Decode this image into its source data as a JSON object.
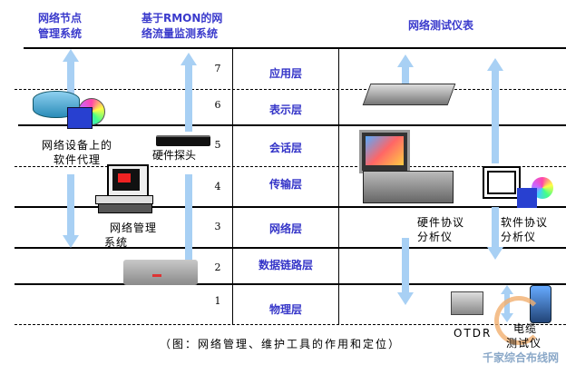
{
  "headers": {
    "node_mgmt": [
      "网络节点",
      "管理系统"
    ],
    "rmon": [
      "基于RMON的网",
      "络流量监测系统"
    ],
    "testers": "网络测试仪表"
  },
  "layers": [
    {
      "num": "7",
      "name": "应用层"
    },
    {
      "num": "6",
      "name": "表示层"
    },
    {
      "num": "5",
      "name": "会话层"
    },
    {
      "num": "4",
      "name": "传输层"
    },
    {
      "num": "3",
      "name": "网络层"
    },
    {
      "num": "2",
      "name": "数据链路层"
    },
    {
      "num": "1",
      "name": "物理层"
    }
  ],
  "labels": {
    "agent": [
      "网络设备上的",
      "软件代理"
    ],
    "probe": "硬件探头",
    "nms": [
      "网络管理",
      "系统"
    ],
    "hw_analyzer": [
      "硬件协议",
      "分析仪"
    ],
    "sw_analyzer": [
      "软件协议",
      "分析仪"
    ],
    "otdr": "OTDR",
    "cable_tester": [
      "电缆",
      "测试仪"
    ]
  },
  "caption": "（图：网络管理、维护工具的作用和定位）",
  "watermark": "千家综合布线网",
  "colors": {
    "heading": "#3a3acc",
    "arrow": "#a8d0f4"
  }
}
